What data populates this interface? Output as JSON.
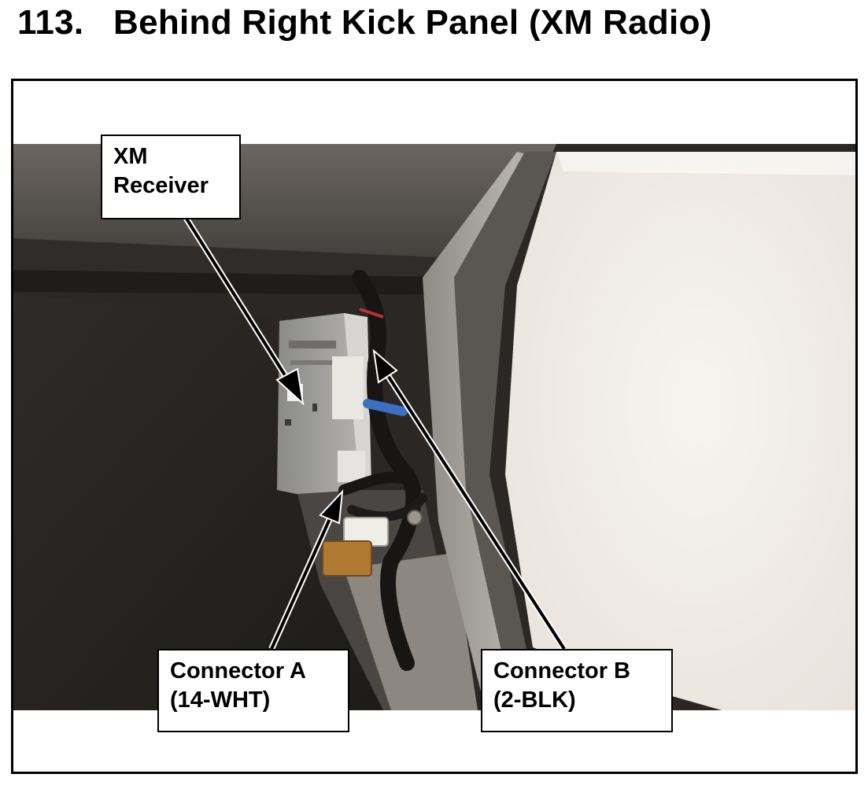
{
  "heading": {
    "number": "113.",
    "title": "Behind Right Kick Panel (XM Radio)"
  },
  "callouts": {
    "xm_receiver": {
      "line1": "XM",
      "line2": "Receiver"
    },
    "connector_a": {
      "line1": "Connector A",
      "line2": "(14-WHT)"
    },
    "connector_b": {
      "line1": "Connector B",
      "line2": "(2-BLK)"
    }
  },
  "photo": {
    "subject": "xm-receiver-behind-right-kick-panel"
  },
  "colors": {
    "text": "#000000",
    "background": "#ffffff"
  }
}
